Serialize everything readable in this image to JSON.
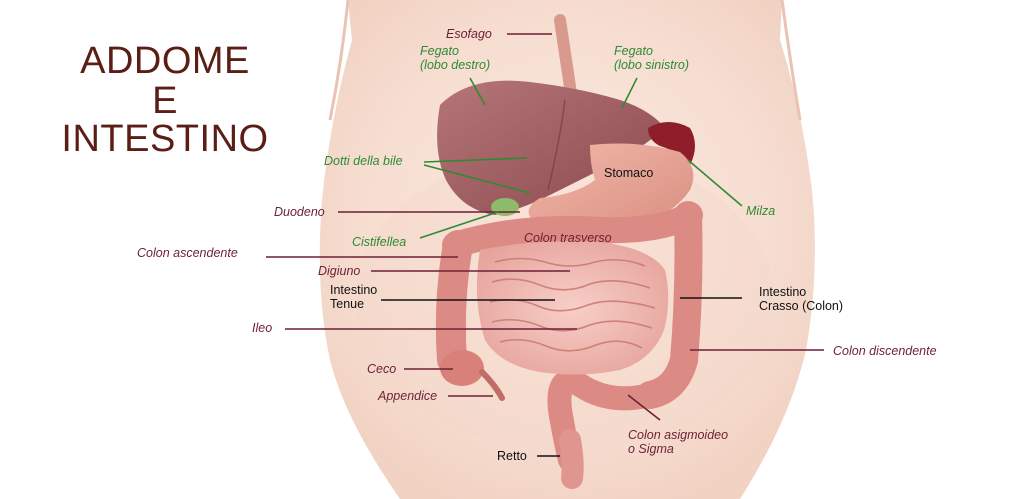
{
  "title": {
    "line1": "ADDOME",
    "line2": "E",
    "line3": "INTESTINO"
  },
  "labels": {
    "esofago": "Esofago",
    "fegato_dx_1": "Fegato",
    "fegato_dx_2": "(lobo destro)",
    "fegato_sx_1": "Fegato",
    "fegato_sx_2": "(lobo sinistro)",
    "dotti_bile": "Dotti della bile",
    "stomaco": "Stomaco",
    "milza": "Milza",
    "duodeno": "Duodeno",
    "cistifellea": "Cistifellea",
    "colon_trasverso": "Colon trasverso",
    "colon_ascendente": "Colon ascendente",
    "digiuno": "Digiuno",
    "intestino_tenue_1": "Intestino",
    "intestino_tenue_2": "Tenue",
    "intestino_crasso_1": "Intestino",
    "intestino_crasso_2": "Crasso (Colon)",
    "ileo": "Ileo",
    "colon_discendente": "Colon discendente",
    "ceco": "Ceco",
    "appendice": "Appendice",
    "colon_sigma_1": "Colon asigmoideo",
    "colon_sigma_2": "o Sigma",
    "retto": "Retto"
  },
  "colors": {
    "title": "#5b1e16",
    "label_maroon": "#6e1f35",
    "label_green": "#2e8a34",
    "label_black": "#111111",
    "skin": "#f6ddd0",
    "liver": "#9c5a5c",
    "intestine": "#e8a9a3",
    "colon": "#dc8a84"
  }
}
